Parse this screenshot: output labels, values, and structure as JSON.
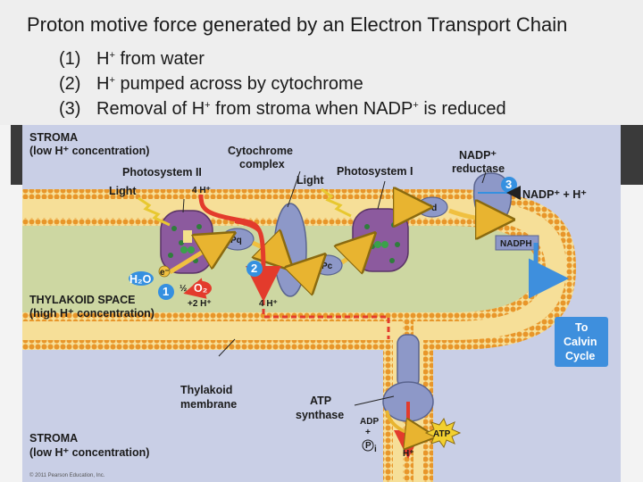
{
  "slide": {
    "title": "Proton motive force generated by an Electron Transport Chain",
    "bullets": [
      {
        "num": "(1)",
        "text": [
          {
            "t": "H"
          },
          {
            "t": "+",
            "sup": true
          },
          {
            "t": " from water"
          }
        ]
      },
      {
        "num": "(2)",
        "text": [
          {
            "t": "H"
          },
          {
            "t": "+",
            "sup": true
          },
          {
            "t": " pumped across by cytochrome"
          }
        ]
      },
      {
        "num": "(3)",
        "text": [
          {
            "t": "Removal of H"
          },
          {
            "t": "+",
            "sup": true
          },
          {
            "t": " from stroma when NADP"
          },
          {
            "t": "+",
            "sup": true
          },
          {
            "t": " is reduced"
          }
        ]
      }
    ]
  },
  "diagram": {
    "stroma_top": [
      "STROMA",
      "(low H⁺ concentration)"
    ],
    "cytochrome_complex": [
      "Cytochrome",
      "complex"
    ],
    "photosystem_2": "Photosystem II",
    "photosystem_1": "Photosystem I",
    "light": "Light",
    "h4_top": "4 H⁺",
    "nadp_reductase": [
      "NADP⁺",
      "reductase"
    ],
    "nadp_reaction": "NADP⁺ + H⁺",
    "fd": "Fd",
    "nadph": "NADPH",
    "pq": "Pq",
    "pc": "Pc",
    "electron": "e⁻",
    "water": "H₂O",
    "half": "½",
    "oxygen": "O₂",
    "plus_2h": "+2 H⁺",
    "h4_lumen": "4 H⁺",
    "thylakoid_space": [
      "THYLAKOID SPACE",
      "(high H⁺ concentration)"
    ],
    "to_calvin": [
      "To",
      "Calvin",
      "Cycle"
    ],
    "thylakoid_membrane": [
      "Thylakoid",
      "membrane"
    ],
    "atp_synthase": [
      "ATP",
      "synthase"
    ],
    "adp": "ADP",
    "plus": "+",
    "pi": "P",
    "sub_i": "i",
    "atp": "ATP",
    "h_bottom": "H⁺",
    "stroma_bottom": [
      "STROMA",
      "(low H⁺ concentration)"
    ],
    "step_numbers": [
      "1",
      "2",
      "3"
    ],
    "copyright": "© 2011 Pearson Education, Inc."
  },
  "colors": {
    "stroma": "#c9cfe6",
    "membrane_head": "#e8962a",
    "membrane_core": "#f6df98",
    "lumen": "#cdd7a2",
    "protein_blue": "#8d98c8",
    "photosystem_purple": "#8c5a9e",
    "proton_red": "#e33b2c",
    "electron_arrow": "#f0c040",
    "step_badge": "#3590e0",
    "calvin_box": "#3e8fdd"
  }
}
